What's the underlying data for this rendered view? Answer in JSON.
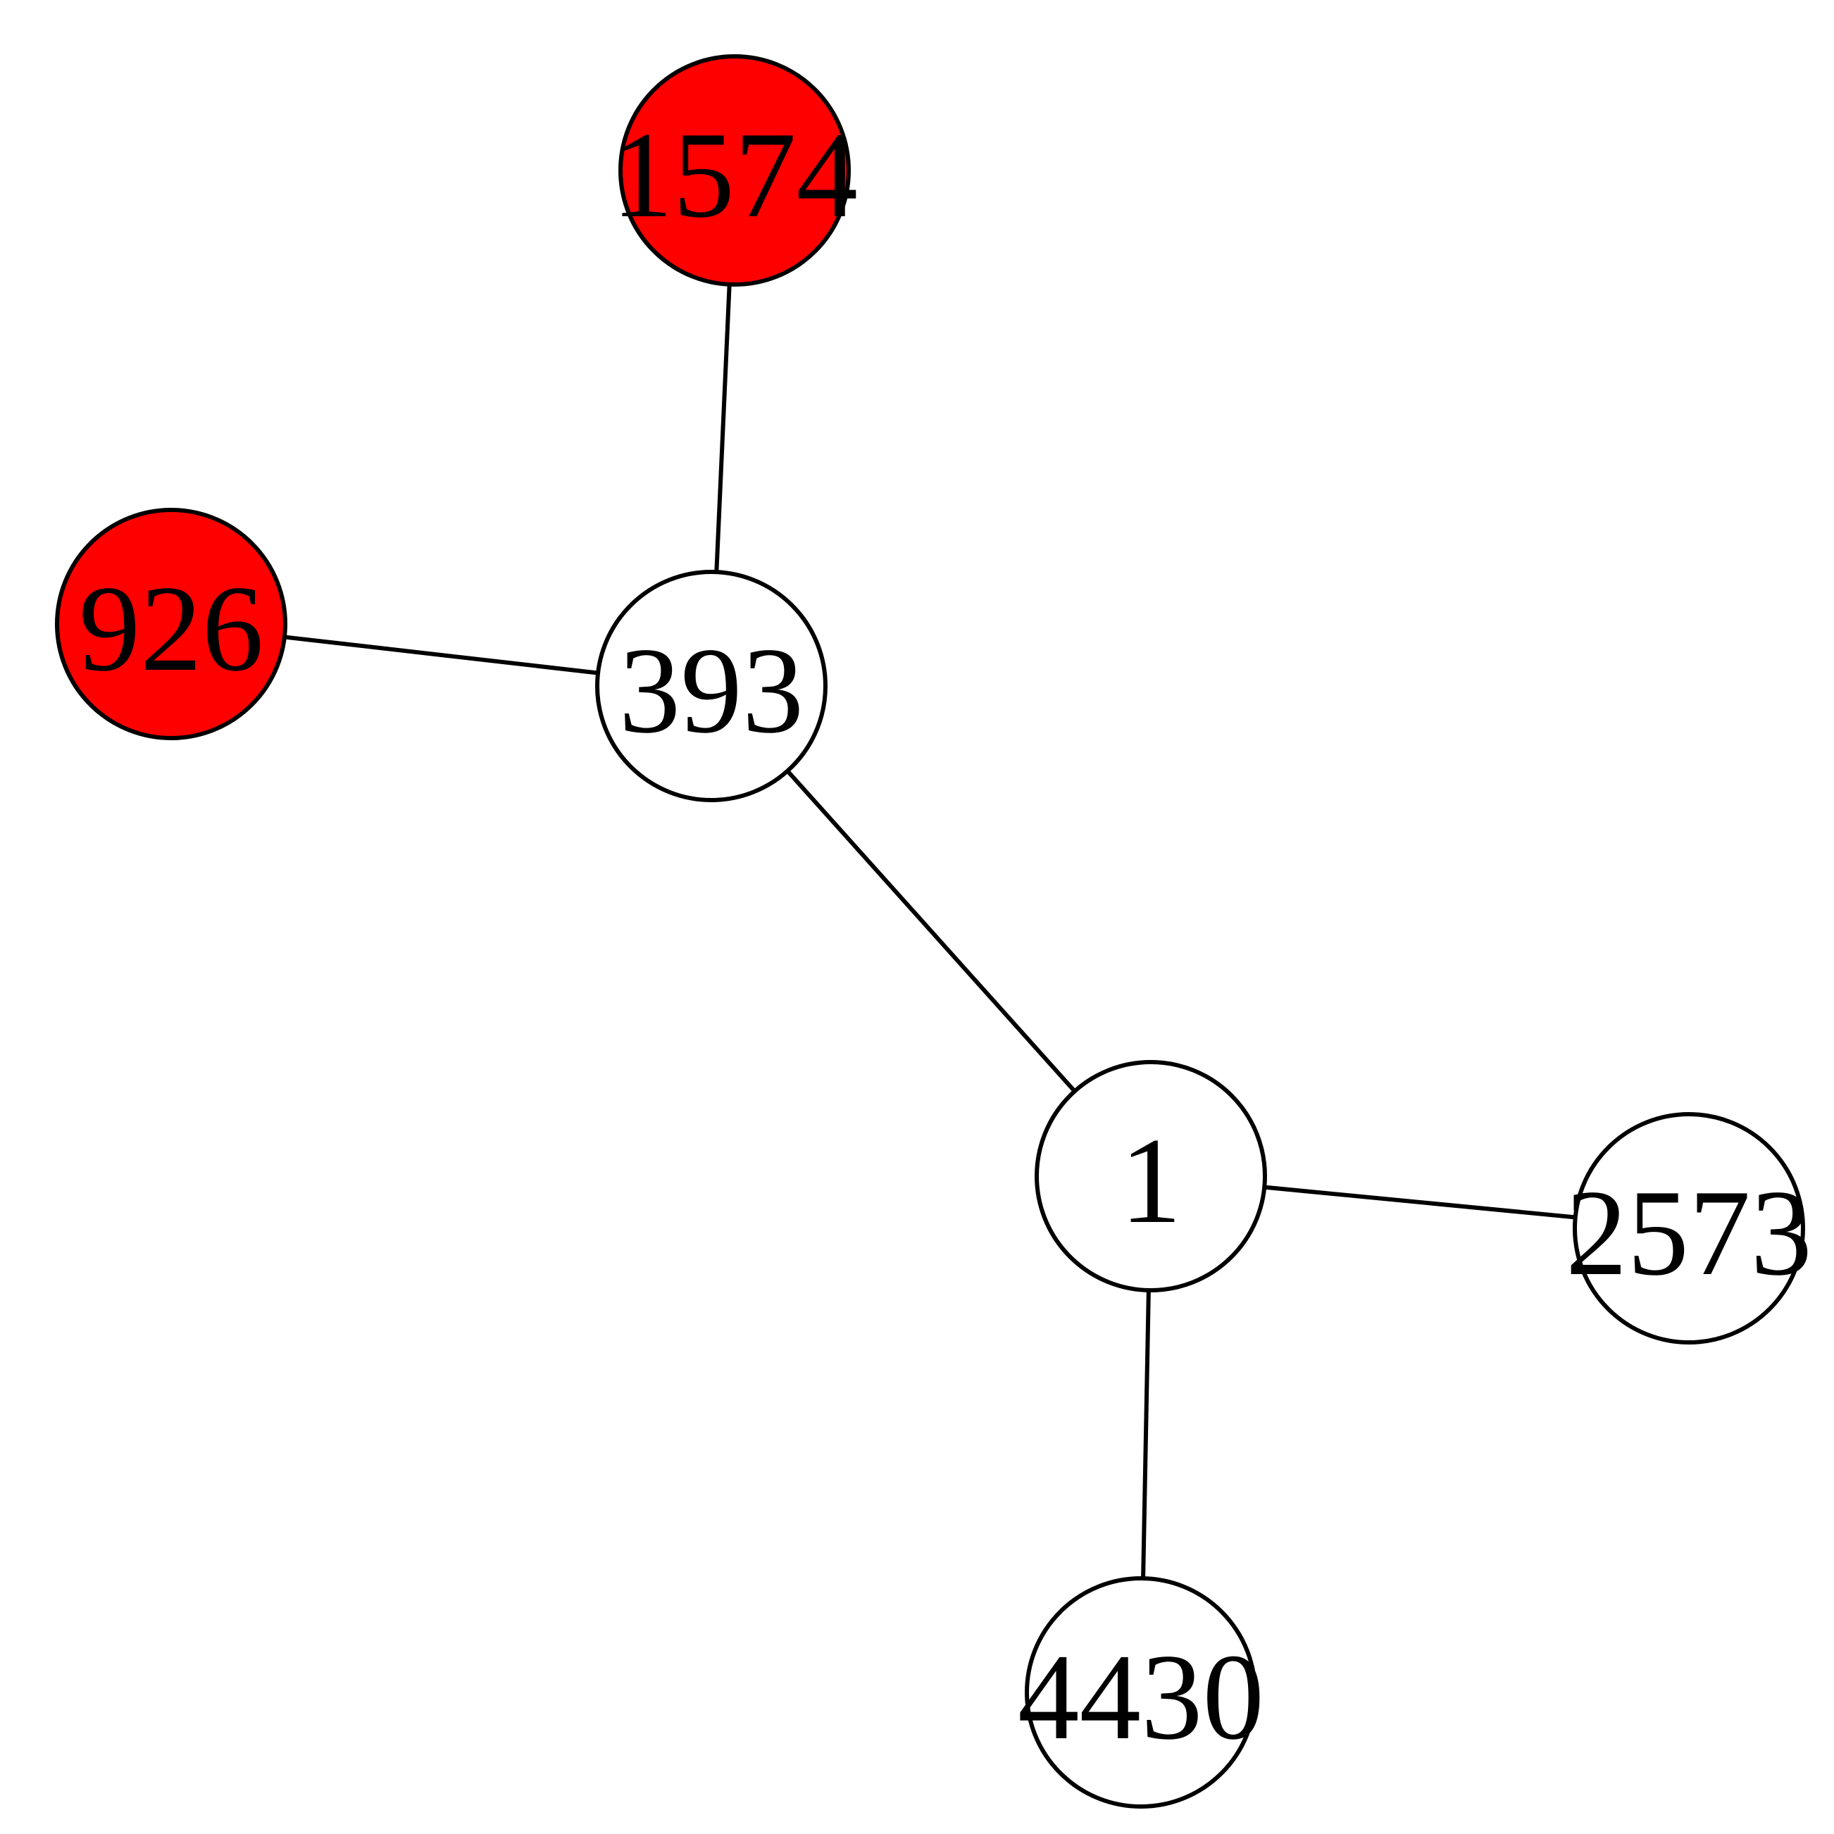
{
  "colors": {
    "highlighted": "#ff0000",
    "default": "#ffffff",
    "stroke": "#000000"
  },
  "nodes": [
    {
      "id": "1574",
      "label": "1574",
      "highlighted": true
    },
    {
      "id": "926",
      "label": "926",
      "highlighted": true
    },
    {
      "id": "393",
      "label": "393",
      "highlighted": false
    },
    {
      "id": "1",
      "label": "1",
      "highlighted": false
    },
    {
      "id": "2573",
      "label": "2573",
      "highlighted": false
    },
    {
      "id": "4430",
      "label": "4430",
      "highlighted": false
    }
  ],
  "edges": [
    {
      "source": "393",
      "target": "1574"
    },
    {
      "source": "393",
      "target": "926"
    },
    {
      "source": "393",
      "target": "1"
    },
    {
      "source": "1",
      "target": "2573"
    },
    {
      "source": "1",
      "target": "4430"
    }
  ]
}
